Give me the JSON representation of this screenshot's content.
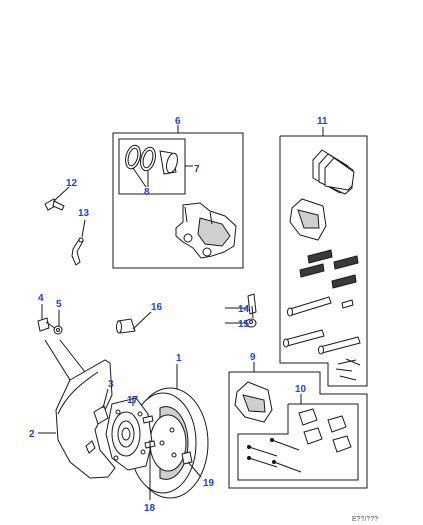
{
  "colors": {
    "callout": "#1f3fd6",
    "line": "#1a1a1a",
    "background": "#ffffff"
  },
  "callouts": {
    "c1": "1",
    "c2": "2",
    "c3": "3",
    "c4": "4",
    "c5": "5",
    "c6": "6",
    "c7": "7",
    "c8": "8",
    "c9": "9",
    "c10": "10",
    "c11": "11",
    "c12": "12",
    "c13": "13",
    "c14": "14",
    "c15": "15",
    "c16": "16",
    "c17": "17",
    "c18": "18",
    "c19": "19"
  },
  "footer": {
    "code": "E??/??? "
  }
}
